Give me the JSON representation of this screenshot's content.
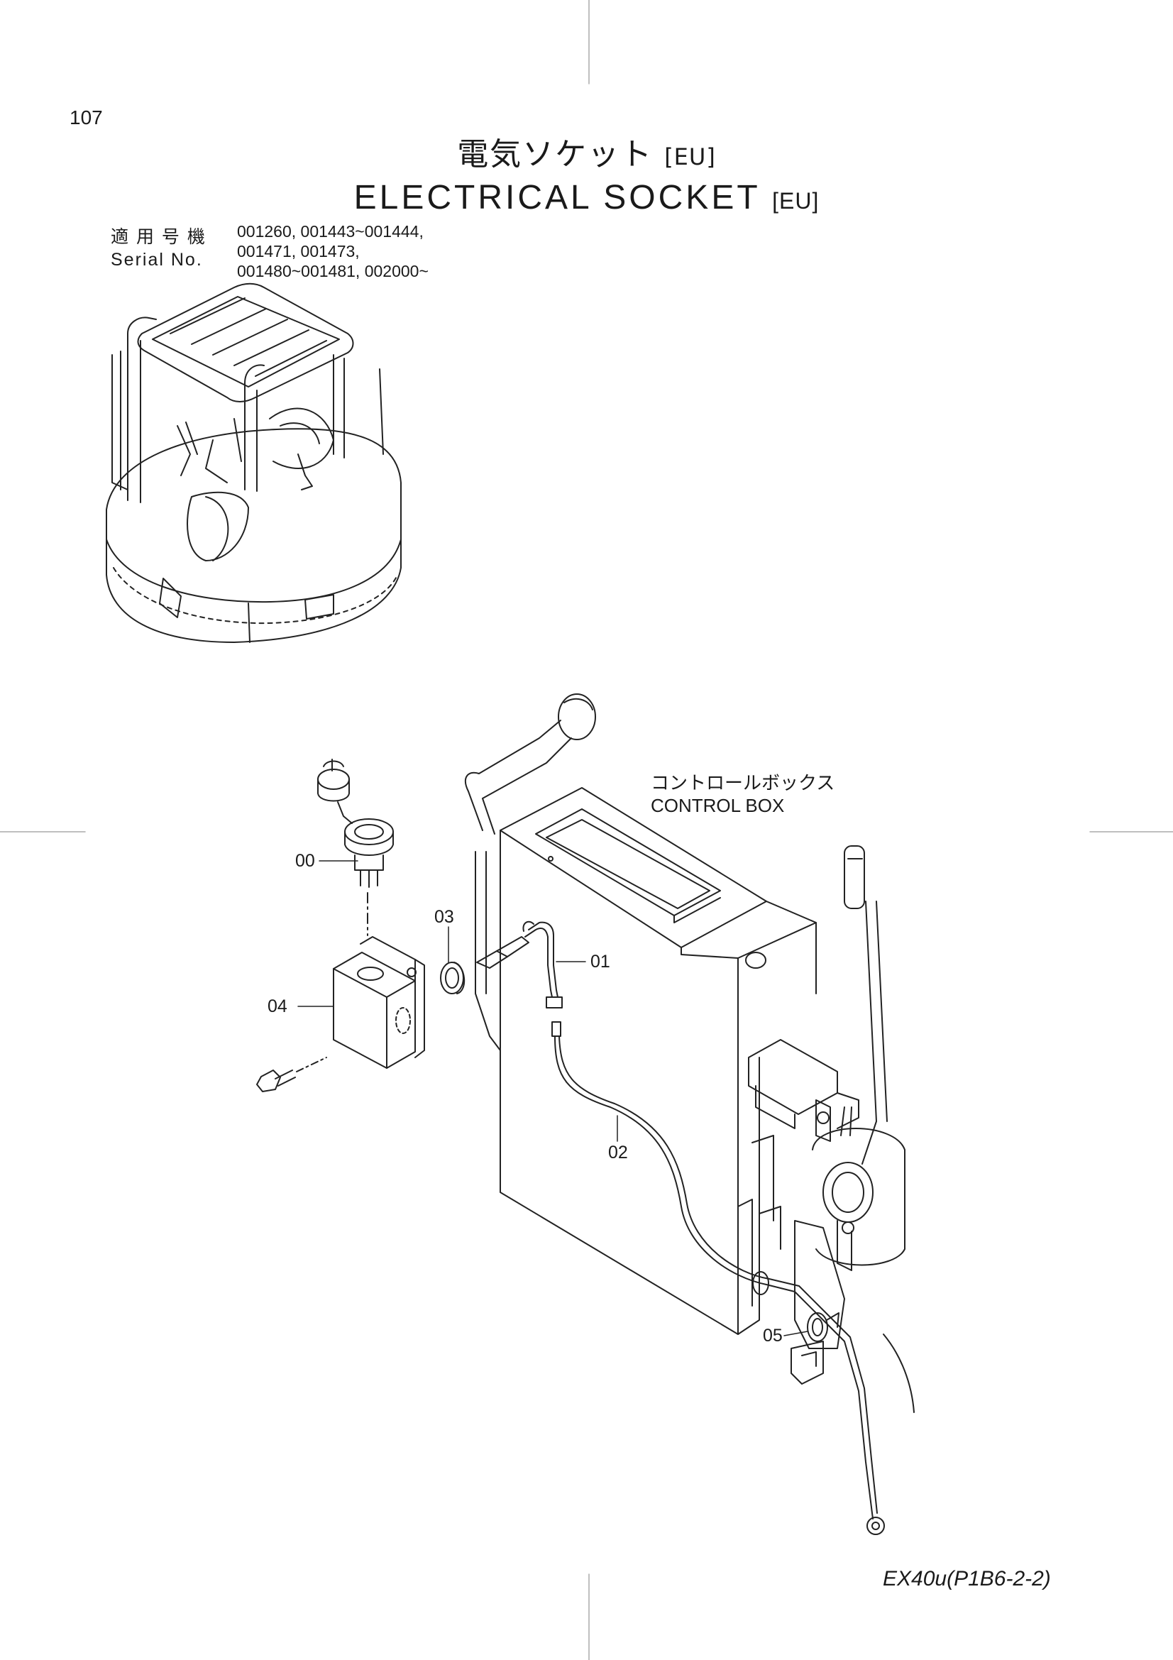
{
  "page_number": "107",
  "title": {
    "japanese": "電気ソケット",
    "english": "ELECTRICAL SOCKET",
    "tag": "[EU]"
  },
  "serial": {
    "label_jp": "適 用 号 機",
    "label_en": "Serial No.",
    "lines": [
      "001260, 001443~001444,",
      "001471, 001473,",
      "001480~001481, 002000~"
    ]
  },
  "control_box_label": {
    "japanese": "コントロールボックス",
    "english": "CONTROL BOX"
  },
  "callouts": [
    "00",
    "01",
    "02",
    "03",
    "04",
    "05"
  ],
  "footer_code": "EX40u(P1B6-2-2)"
}
